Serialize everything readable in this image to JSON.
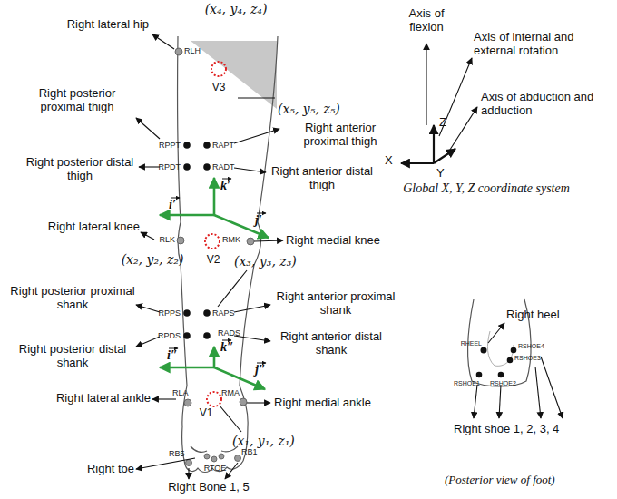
{
  "diagram": {
    "labels": [
      "(x₄, y₄, z₄)",
      "Right lateral hip",
      "RLH",
      "V3",
      "Axis of flexion",
      "Axis of internal and external rotation",
      "Z",
      "Axis of abduction and adduction",
      "X",
      "Y",
      "Global X, Y, Z coordinate system",
      "Right posterior proximal thigh",
      "(x₅, y₅, z₅)",
      "RPPT",
      "RAPT",
      "Right anterior proximal thigh",
      "Right posterior distal thigh",
      "RPDT",
      "RADT",
      "Right anterior distal thigh",
      "i′",
      "k′",
      "j′",
      "Right lateral knee",
      "RLK",
      "RMK",
      "Right medial knee",
      "(x₂, y₂, z₂)",
      "V2",
      "(x₃, y₃, z₃)",
      "Right posterior proximal shank",
      "RPPS",
      "RAPS",
      "Right anterior proximal shank",
      "Right posterior distal shank",
      "RPDS",
      "RADS",
      "Right anterior distal shank",
      "i″",
      "k″",
      "j″",
      "Right lateral ankle",
      "RLA",
      "RMA",
      "Right medial ankle",
      "V1",
      "(x₁, y₁, z₁)",
      "RB5",
      "RTOE",
      "RB1",
      "Right toe",
      "Right Bone 1, 5",
      "Right heel",
      "RHEEL",
      "RSHOE4",
      "RSHOE3",
      "RSHOE1",
      "RSHOE2",
      "Right shoe 1, 2, 3, 4",
      "(Posterior view of foot)"
    ]
  }
}
